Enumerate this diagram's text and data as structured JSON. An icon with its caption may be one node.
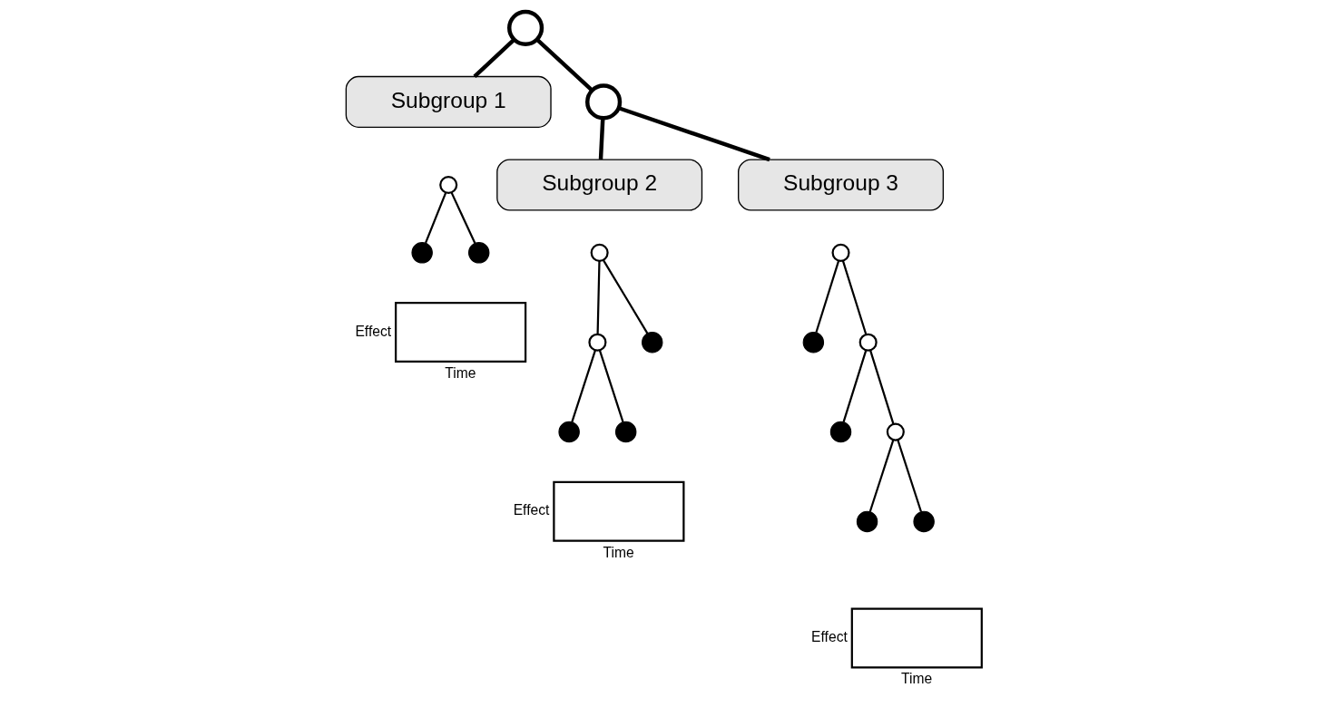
{
  "diagram": {
    "nodes": [
      {
        "text": [],
        "shape": "circle"
      },
      {
        "text": [
          "Subgroup 1"
        ]
      },
      {
        "text": [],
        "shape": "circle"
      },
      {
        "text": [
          "Subgroup 2"
        ]
      },
      {
        "text": [
          "Subgroup 3"
        ]
      },
      {
        "text": [],
        "shape": "circle"
      },
      {
        "text": [],
        "shape": "dot"
      },
      {
        "text": [],
        "shape": "dot"
      },
      {
        "text": [],
        "shape": "box",
        "beside": [
          "Effect",
          "Time"
        ]
      },
      {
        "text": [],
        "shape": "circle"
      },
      {
        "text": [],
        "shape": "circle"
      },
      {
        "text": [],
        "shape": "dot"
      },
      {
        "text": [],
        "shape": "dot"
      },
      {
        "text": [],
        "shape": "dot"
      },
      {
        "text": [],
        "shape": "box",
        "beside": [
          "Effect",
          "Time"
        ]
      },
      {
        "text": [],
        "shape": "circle"
      },
      {
        "text": [],
        "shape": "dot"
      },
      {
        "text": [],
        "shape": "circle"
      },
      {
        "text": [],
        "shape": "dot"
      },
      {
        "text": [],
        "shape": "circle"
      },
      {
        "text": [],
        "shape": "dot"
      },
      {
        "text": [],
        "shape": "dot"
      },
      {
        "text": [],
        "shape": "box",
        "beside": [
          "Effect",
          "Time"
        ]
      }
    ],
    "edges": [
      {
        "from": 0,
        "to": 1,
        "arrow": "none",
        "style": "thick"
      },
      {
        "from": 0,
        "to": 2,
        "arrow": "none",
        "style": "thick"
      },
      {
        "from": 2,
        "to": 3,
        "arrow": "none",
        "style": "thick"
      },
      {
        "from": 2,
        "to": 4,
        "arrow": "none",
        "style": "thick"
      },
      {
        "from": 5,
        "to": 6,
        "arrow": "none"
      },
      {
        "from": 5,
        "to": 7,
        "arrow": "none"
      },
      {
        "from": 9,
        "to": 10,
        "arrow": "none"
      },
      {
        "from": 9,
        "to": 11,
        "arrow": "none"
      },
      {
        "from": 10,
        "to": 12,
        "arrow": "none"
      },
      {
        "from": 10,
        "to": 13,
        "arrow": "none"
      },
      {
        "from": 15,
        "to": 16,
        "arrow": "none"
      },
      {
        "from": 15,
        "to": 17,
        "arrow": "none"
      },
      {
        "from": 17,
        "to": 18,
        "arrow": "none"
      },
      {
        "from": 17,
        "to": 19,
        "arrow": "none"
      },
      {
        "from": 19,
        "to": 20,
        "arrow": "none"
      },
      {
        "from": 19,
        "to": 21,
        "arrow": "none"
      }
    ]
  }
}
